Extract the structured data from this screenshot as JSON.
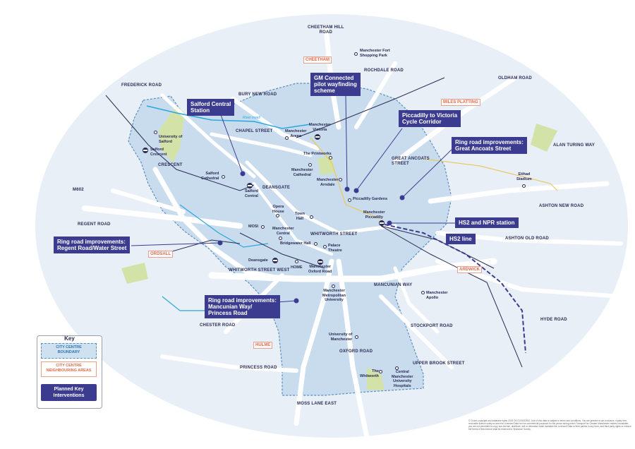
{
  "map": {
    "roads": [
      {
        "id": "cheetham-hill-road",
        "text": "CHEETHAM HILL\nROAD"
      },
      {
        "id": "rochdale-road",
        "text": "ROCHDALE ROAD"
      },
      {
        "id": "oldham-road",
        "text": "OLDHAM ROAD"
      },
      {
        "id": "frederick-road",
        "text": "FREDERICK ROAD"
      },
      {
        "id": "bury-new-road",
        "text": "BURY NEW ROAD"
      },
      {
        "id": "chapel-street",
        "text": "CHAPEL STREET"
      },
      {
        "id": "crescent",
        "text": "CRESCENT"
      },
      {
        "id": "m602",
        "text": "M602"
      },
      {
        "id": "regent-road",
        "text": "REGENT ROAD"
      },
      {
        "id": "deansgate-road",
        "text": "DEANSGATE"
      },
      {
        "id": "great-ancoats-street",
        "text": "GREAT ANCOATS\nSTREET"
      },
      {
        "id": "alan-turing-way",
        "text": "ALAN TURING WAY"
      },
      {
        "id": "ashton-new-road",
        "text": "ASHTON NEW ROAD"
      },
      {
        "id": "ashton-old-road",
        "text": "ASHTON OLD ROAD"
      },
      {
        "id": "whitworth-street",
        "text": "WHITWORTH STREET"
      },
      {
        "id": "whitworth-street-west",
        "text": "WHITWORTH STREET WEST"
      },
      {
        "id": "mancunian-way",
        "text": "MANCUNIAN WAY"
      },
      {
        "id": "hyde-road",
        "text": "HYDE ROAD"
      },
      {
        "id": "stockport-road",
        "text": "STOCKPORT ROAD"
      },
      {
        "id": "chester-road",
        "text": "CHESTER ROAD"
      },
      {
        "id": "oxford-road",
        "text": "OXFORD ROAD"
      },
      {
        "id": "upper-brook-street",
        "text": "UPPER BROOK STREET"
      },
      {
        "id": "princess-road",
        "text": "PRINCESS ROAD"
      },
      {
        "id": "moss-lane-east",
        "text": "MOSS LANE EAST"
      }
    ],
    "areas": [
      {
        "id": "cheetham",
        "text": "CHEETHAM"
      },
      {
        "id": "miles-platting",
        "text": "MILES PLATTING"
      },
      {
        "id": "ordsall",
        "text": "ORDSALL"
      },
      {
        "id": "ardwick",
        "text": "ARDWICK"
      },
      {
        "id": "hulme",
        "text": "HULME"
      }
    ],
    "places": [
      {
        "id": "fort-shopping-park",
        "text": "Manchester Fort\nShopping Park",
        "align": "left",
        "kind": "dot"
      },
      {
        "id": "university-of-salford",
        "text": "University of\nSalford",
        "align": "left",
        "kind": "dot"
      },
      {
        "id": "salford-crescent",
        "text": "Salford\nCrescent",
        "align": "left",
        "kind": "station"
      },
      {
        "id": "salford-cathedral",
        "text": "Salford\nCathedral",
        "align": "right",
        "kind": "dot"
      },
      {
        "id": "salford-central",
        "text": "Salford\nCentral",
        "align": "center",
        "kind": "station"
      },
      {
        "id": "manchester-arena",
        "text": "Manchester\nArena",
        "align": "center",
        "kind": "dot"
      },
      {
        "id": "manchester-victoria",
        "text": "Manchester\nVictoria",
        "align": "center",
        "kind": "station"
      },
      {
        "id": "the-printworks",
        "text": "The Printworks",
        "align": "right",
        "kind": "dot"
      },
      {
        "id": "manchester-cathedral",
        "text": "Manchester\nCathedral",
        "align": "center",
        "kind": "dot"
      },
      {
        "id": "manchester-arndale",
        "text": "Manchester\nArndale",
        "align": "center",
        "kind": "dot"
      },
      {
        "id": "piccadilly-gardens",
        "text": "Piccadilly Gardens",
        "align": "left",
        "kind": "dot"
      },
      {
        "id": "etihad-stadium",
        "text": "Etihad\nStadium",
        "align": "center",
        "kind": "dot"
      },
      {
        "id": "opera-house",
        "text": "Opera\nHouse",
        "align": "center",
        "kind": "dot"
      },
      {
        "id": "town-hall",
        "text": "Town\nHall",
        "align": "center",
        "kind": "dot"
      },
      {
        "id": "manchester-piccadilly",
        "text": "Manchester\nPiccadilly",
        "align": "center",
        "kind": "station"
      },
      {
        "id": "mosi",
        "text": "MOSI",
        "align": "right",
        "kind": "dot"
      },
      {
        "id": "manchester-central",
        "text": "Manchester\nCentral",
        "align": "center",
        "kind": "dot"
      },
      {
        "id": "bridgewater-hall",
        "text": "Bridgewater Hall",
        "align": "right",
        "kind": "dot"
      },
      {
        "id": "palace-theatre",
        "text": "Palace\nTheatre",
        "align": "left",
        "kind": "dot"
      },
      {
        "id": "deansgate-station",
        "text": "Deansgate",
        "align": "right",
        "kind": "station"
      },
      {
        "id": "home",
        "text": "HOME",
        "align": "center",
        "kind": "dot"
      },
      {
        "id": "manchester-oxford-road",
        "text": "Manchester\nOxford Road",
        "align": "center",
        "kind": "station"
      },
      {
        "id": "manchester-metropolitan-university",
        "text": "Manchester\nMetropolitan\nUniversity",
        "align": "center",
        "kind": "dot"
      },
      {
        "id": "manchester-apollo",
        "text": "Manchester\nApollo",
        "align": "center",
        "kind": "dot"
      },
      {
        "id": "university-of-manchester",
        "text": "University of\nManchester",
        "align": "right",
        "kind": "dot"
      },
      {
        "id": "the-whitworth",
        "text": "The\nWhitworth",
        "align": "right",
        "kind": "dot"
      },
      {
        "id": "cmu-hospitals",
        "text": "Central\nManchester\nUniversity\nHospitals",
        "align": "center",
        "kind": "dot"
      }
    ],
    "river": "River Irwell",
    "interventions": [
      {
        "id": "gm-connected",
        "text": "GM Connected\npilot wayfinding\nscheme"
      },
      {
        "id": "salford-central-station",
        "text": "Salford Central\nStation"
      },
      {
        "id": "piccadilly-victoria-cycle",
        "text": "Piccadilly to Victoria\nCycle Corridor"
      },
      {
        "id": "great-ancoats-street",
        "text": "Ring road improvements:\nGreat Ancoats Street"
      },
      {
        "id": "hs2-npr-station",
        "text": "HS2 and NPR station"
      },
      {
        "id": "hs2-line",
        "text": "HS2 line"
      },
      {
        "id": "regent-road-water-street",
        "text": "Ring road improvements:\nRegent Road/Water Street"
      },
      {
        "id": "mancunian-way-princess-road",
        "text": "Ring road improvements:\nMancunian Way/\nPrincess Road"
      }
    ]
  },
  "key": {
    "title": "Key",
    "boundary": "CITY CENTRE\nBOUNDARY",
    "neighbouring": "CITY CENTRE\nNEIGHBOURING AREAS",
    "planned": "Planned Key\nInterventions"
  },
  "copyright": "© Crown copyright and database rights 2019 OS 0100022610. Use of this data is subject to terms and conditions. You are granted a non-exclusive, royalty free, revocable licence solely to view the Licensed Data for non-commercial purposes for the period during which Transport for Greater Manchester makes it available; you are not permitted to copy, sub-license, distribute, sell or otherwise make available the Licensed Data to third parties in any form; and third party rights to enforce the terms of this licence shall be reserved to Ordnance Survey.",
  "colors": {
    "boundary_fill": "#c9dcee",
    "boundary_stroke": "#5a8fc0",
    "roads": "#ffffff",
    "background": "#e4ecf5",
    "river": "#2aa7de",
    "intervention": "#3b3b8f",
    "area_label": "#e06a4a",
    "green": "#d3e3a8",
    "metrolink": "#e9c96a"
  }
}
